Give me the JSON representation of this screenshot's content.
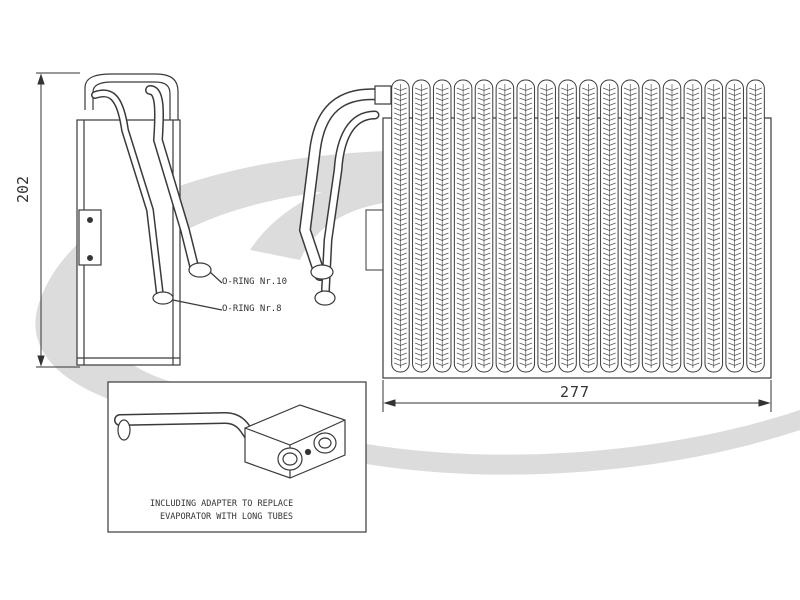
{
  "dimensions": {
    "height": "202",
    "width": "277"
  },
  "labels": {
    "oring_large": "O-RING Nr.10",
    "oring_small": "O-RING Nr.8"
  },
  "note": {
    "line1": "INCLUDING ADAPTER TO REPLACE",
    "line2": "EVAPORATOR WITH LONG TUBES"
  },
  "colors": {
    "watermark": "#d9d9d9",
    "line": "#3a3a3a"
  },
  "core": {
    "fin_columns": 18
  }
}
